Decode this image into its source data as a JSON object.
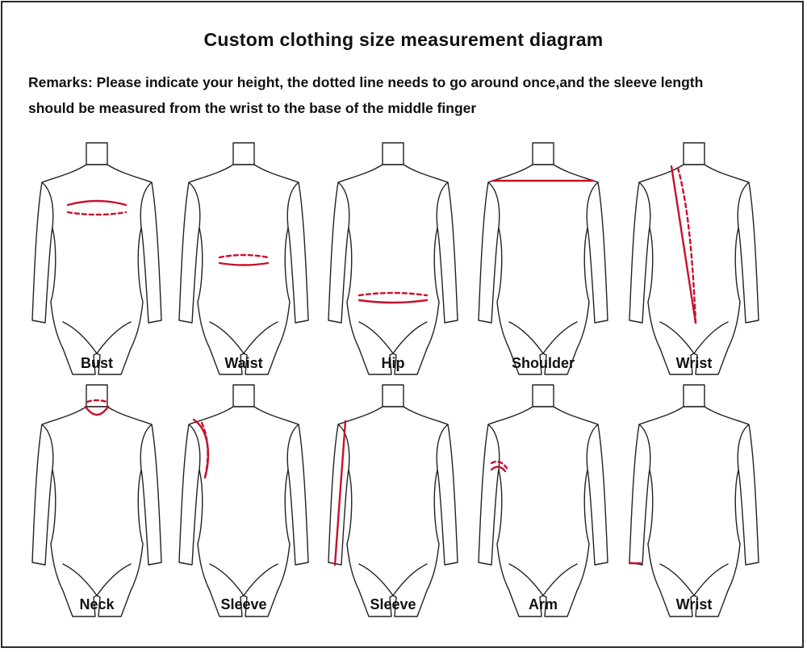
{
  "title": "Custom clothing size measurement diagram",
  "remarks": {
    "line1": "Remarks: Please indicate your height, the dotted line needs to go around once,and the sleeve length",
    "line2": "should be measured from the wrist to the base of the middle finger"
  },
  "figures": [
    {
      "label": "Bust",
      "mark": "bust"
    },
    {
      "label": "Waist",
      "mark": "waist"
    },
    {
      "label": "Hip",
      "mark": "hip"
    },
    {
      "label": "Shoulder",
      "mark": "shoulder"
    },
    {
      "label": "Wrist",
      "mark": "diagonal"
    },
    {
      "label": "Neck",
      "mark": "neck"
    },
    {
      "label": "Sleeve",
      "mark": "shoulder-cap"
    },
    {
      "label": "Sleeve",
      "mark": "full-sleeve"
    },
    {
      "label": "Arm",
      "mark": "upper-arm"
    },
    {
      "label": "Wrist",
      "mark": "wrist"
    }
  ],
  "colors": {
    "measurement_line": "#c8102e",
    "outline": "#222222"
  }
}
